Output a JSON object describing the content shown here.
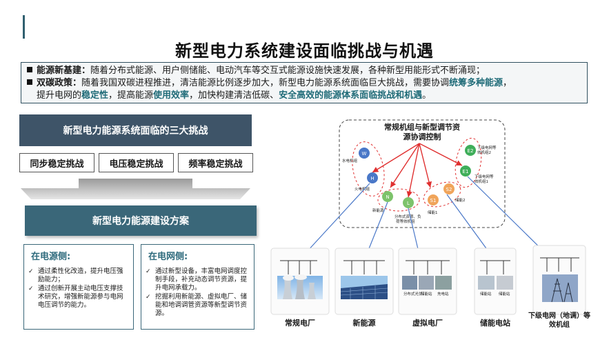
{
  "title": "新型电力系统建设面临挑战与机遇",
  "intro": {
    "line1_label": "能源新基建：",
    "line1_text": "随着分布式能源、用户侧储能、电动汽车等交互式能源设施快速发展，各种新型用能形式不断涌现；",
    "line2_label": "双碳政策：",
    "line2_text_a": "随着我国双碳进程推进，清洁能源比例逐步加大，新型电力能源系统面临巨大挑战，需要协调",
    "line2_hl_a": "统筹多种能源",
    "line2_text_b": "，",
    "line3_text_a": "提升电网的",
    "line3_hl_a": "稳定性",
    "line3_text_b": "，提高能源",
    "line3_hl_b": "使用效率",
    "line3_text_c": "，加快构建清洁低碳、",
    "line3_hl_c": "安全高效的能源体系面临挑战和机遇",
    "line3_text_d": "。"
  },
  "challenges": {
    "header": "新型电力能源系统面临的三大挑战",
    "items": [
      "同步稳定挑战",
      "电压稳定挑战",
      "频率稳定挑战"
    ]
  },
  "plan": {
    "header": "新型电力能源建设方案",
    "source_side": {
      "title": "在电源侧:",
      "items": [
        "通过柔性化改造，提升电压强励能力；",
        "通过创新开展主动电压支撑技术研究，增强新能源参与电网电压调节的能力。"
      ]
    },
    "grid_side": {
      "title": "在电网侧:",
      "items": [
        "通过新型设备，丰富电网调度控制手段，补充动态调节资源，提升电网承载力。",
        "挖掘利用新能源、虚拟电厂、储能和地调调管资源等新型调节资源。"
      ]
    }
  },
  "diagram": {
    "control_title_1": "常规机组与新型调节资",
    "control_title_2": "源协调控制",
    "nodes": [
      {
        "key": "W",
        "label": "水电机组",
        "color": "#4a78c8"
      },
      {
        "key": "H",
        "label": "火电机组",
        "color": "#4a78c8"
      },
      {
        "key": "N",
        "label": "新能源",
        "color": "#7dc36b"
      },
      {
        "key": "L",
        "label": "分布式资源、负荷等效机组",
        "color": "#7dc36b"
      },
      {
        "key": "S1",
        "label": "储能1",
        "color": "#f0a45a"
      },
      {
        "key": "S2",
        "label": "储能2",
        "color": "#f0a45a"
      },
      {
        "key": "E1",
        "label": "下级电网等效机组1",
        "color": "#3fae5a"
      },
      {
        "key": "E2",
        "label": "下级电网等效机组2",
        "color": "#3fae5a"
      }
    ],
    "stations": [
      "常规电厂",
      "新能源",
      "虚拟电厂",
      "储能电站",
      "下级电网（地调）等效机组"
    ],
    "vpp_sub": [
      "分布式光伏",
      "储能站",
      "充电站"
    ],
    "storage_sub": [
      "储能站",
      "储能站"
    ]
  }
}
